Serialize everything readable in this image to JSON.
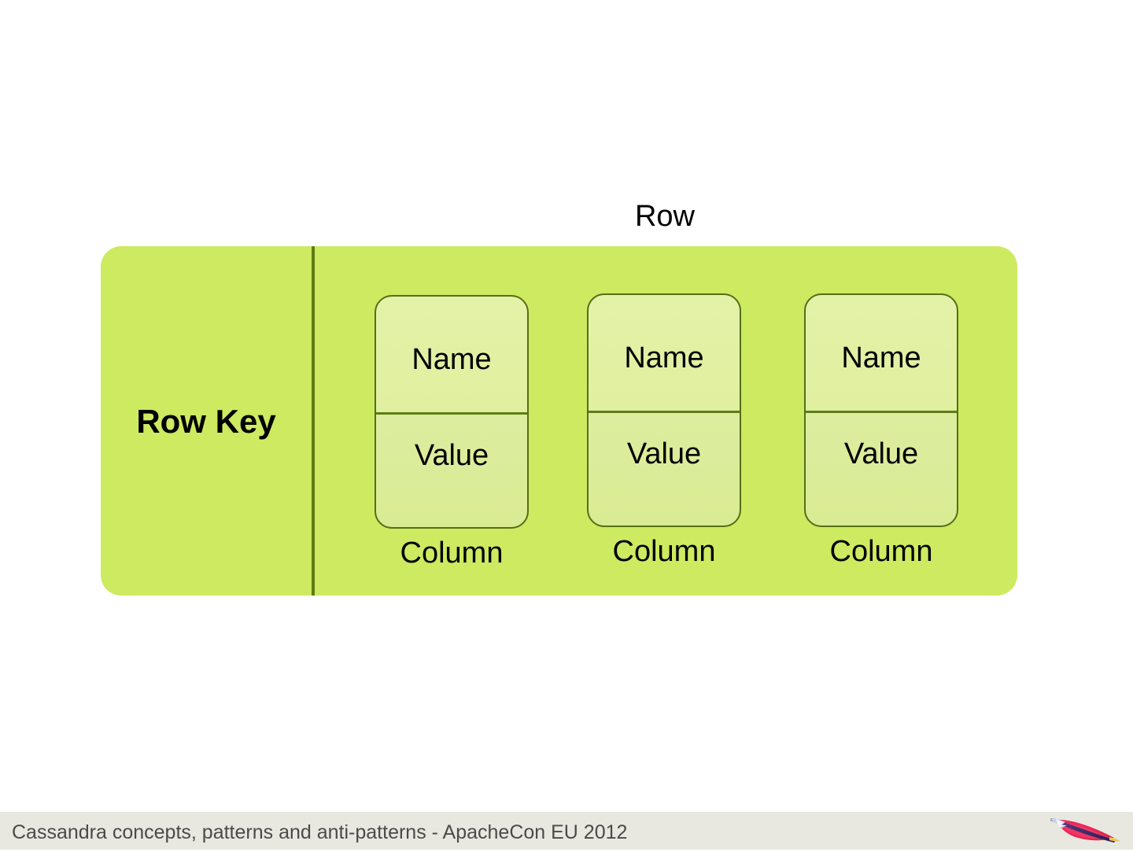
{
  "slide": {
    "background_color": "#ffffff",
    "diagram": {
      "row_caption": "Row",
      "row_key_label": "Row Key",
      "container_color": "#cdea61",
      "divider_color": "#5d7d12",
      "column_box_color": "#e1efa0",
      "column_box_border_color": "#566e18",
      "columns": [
        {
          "name_label": "Name",
          "value_label": "Value",
          "caption": "Column"
        },
        {
          "name_label": "Name",
          "value_label": "Value",
          "caption": "Column"
        },
        {
          "name_label": "Name",
          "value_label": "Value",
          "caption": "Column"
        }
      ]
    }
  },
  "footer": {
    "text": "Cassandra concepts, patterns and anti-patterns - ApacheCon EU 2012",
    "background_color": "#e8e8e1",
    "text_color": "#4a4a4a",
    "logo": "apache-feather-logo"
  }
}
